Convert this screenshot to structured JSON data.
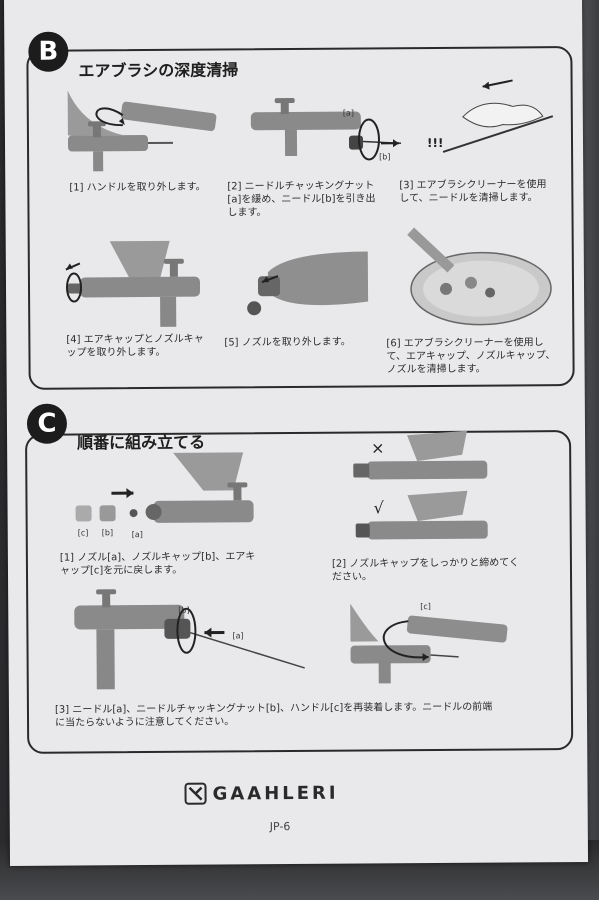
{
  "section_b": {
    "badge": "B",
    "title": "エアブラシの深度清掃",
    "steps": [
      "[1] ハンドルを取り外します。",
      "[2] ニードルチャッキングナット\n[a]を緩め、ニードル[b]を引き出\nします。",
      "[3] エアブラシクリーナーを使用\nして、ニードルを清掃します。",
      "[4] エアキャップとノズルキャ\nップを取り外します。",
      "[5] ノズルを取り外します。",
      "[6] エアブラシクリーナーを使用し\nて、エアキャップ、ノズルキャップ、\nノズルを清掃します。"
    ],
    "labels": {
      "a": "[a]",
      "b": "[b]"
    }
  },
  "section_c": {
    "badge": "C",
    "title": "順番に組み立てる",
    "steps": [
      "[1] ノズル[a]、ノズルキャップ[b]、エアキ\nャップ[c]を元に戻します。",
      "[2] ノズルキャップをしっかりと締めてく\nださい。",
      "[3] ニードル[a]、ニードルチャッキングナット[b]、ハンドル[c]を再装着します。ニードルの前端\nに当たらないように注意してください。"
    ],
    "labels": {
      "a": "[a]",
      "b": "[b]",
      "c": "[c]"
    },
    "marks": {
      "wrong": "×",
      "right": "√"
    }
  },
  "footer": {
    "brand": "GAAHLERI",
    "page": "JP-6"
  }
}
